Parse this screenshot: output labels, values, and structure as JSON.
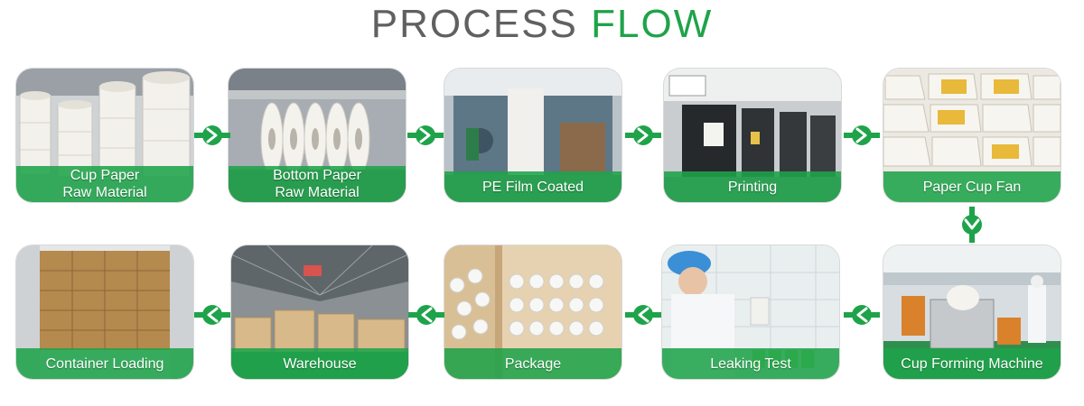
{
  "title": {
    "part1": "PROCESS",
    "part2": "FLOW"
  },
  "colors": {
    "accent": "#1fa34a",
    "title_gray": "#606060"
  },
  "steps": [
    {
      "label": "Cup Paper\nRaw Material"
    },
    {
      "label": "Bottom Paper\nRaw Material"
    },
    {
      "label": "PE Film Coated"
    },
    {
      "label": "Printing"
    },
    {
      "label": "Paper Cup Fan"
    },
    {
      "label": "Cup Forming Machine"
    },
    {
      "label": "Leaking Test"
    },
    {
      "label": "Package"
    },
    {
      "label": "Warehouse"
    },
    {
      "label": "Container Loading"
    }
  ]
}
